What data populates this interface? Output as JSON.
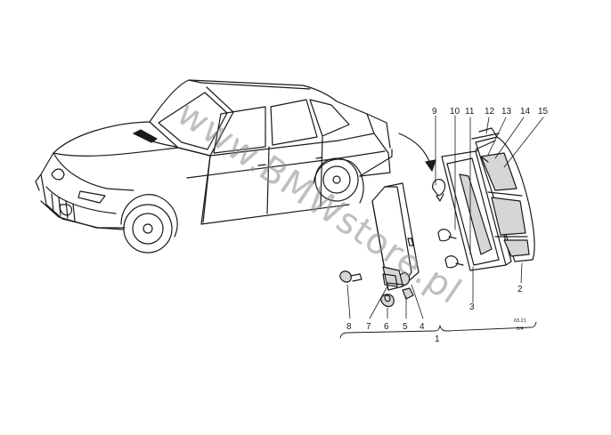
{
  "watermark": "www.BMWstore.pl",
  "sheet_code": "63.21",
  "sheet_page": "2/4",
  "callouts": {
    "c1": "1",
    "c2": "2",
    "c3": "3",
    "c4": "4",
    "c5": "5",
    "c6": "6",
    "c7": "7",
    "c8": "8",
    "c9": "9",
    "c10": "10",
    "c11": "11",
    "c12": "12",
    "c13": "13",
    "c14": "14",
    "c15": "15"
  },
  "colors": {
    "line": "#1a1a1a",
    "shade": "#d6d6d6",
    "watermark": "#8a8a8a"
  }
}
